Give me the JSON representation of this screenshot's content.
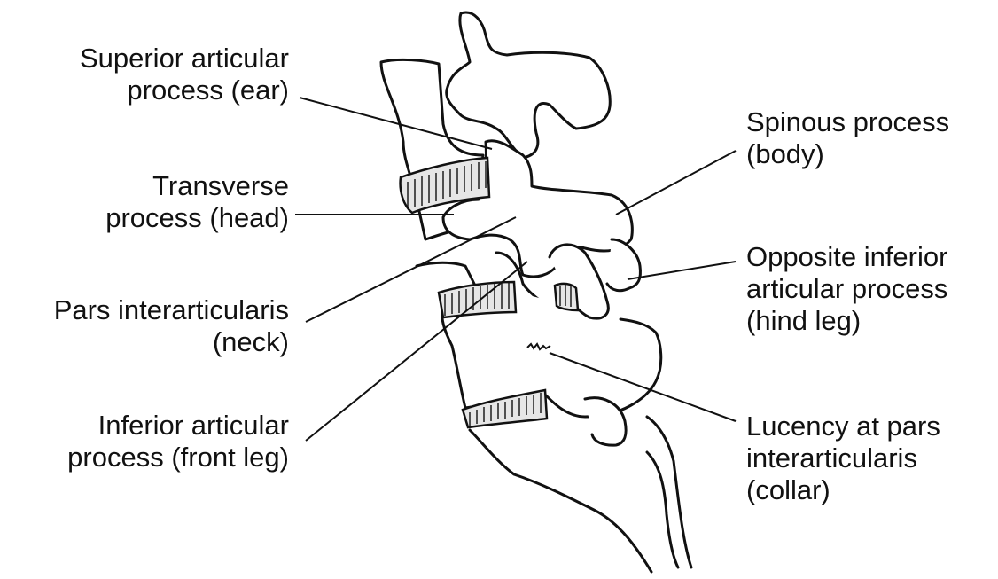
{
  "title": "Lumbar vertebrae oblique view — Scottie dog sign",
  "colors": {
    "ink": "#111111",
    "paper": "#ffffff",
    "shade": "#dcdcdc"
  },
  "labels_left": [
    {
      "id": "superior-articular-process",
      "lines": [
        "Superior articular",
        "process (ear)"
      ]
    },
    {
      "id": "transverse-process",
      "lines": [
        "Transverse",
        "process (head)"
      ]
    },
    {
      "id": "pars-interarticularis",
      "lines": [
        "Pars interarticularis",
        "(neck)"
      ]
    },
    {
      "id": "inferior-articular-process",
      "lines": [
        "Inferior articular",
        "process (front leg)"
      ]
    }
  ],
  "labels_right": [
    {
      "id": "spinous-process",
      "lines": [
        "Spinous process",
        "(body)"
      ]
    },
    {
      "id": "opposite-inferior-articular-process",
      "lines": [
        "Opposite inferior",
        "articular process",
        "(hind leg)"
      ]
    },
    {
      "id": "lucency-pars",
      "lines": [
        "Lucency at pars",
        "interarticularis",
        "(collar)"
      ]
    }
  ]
}
